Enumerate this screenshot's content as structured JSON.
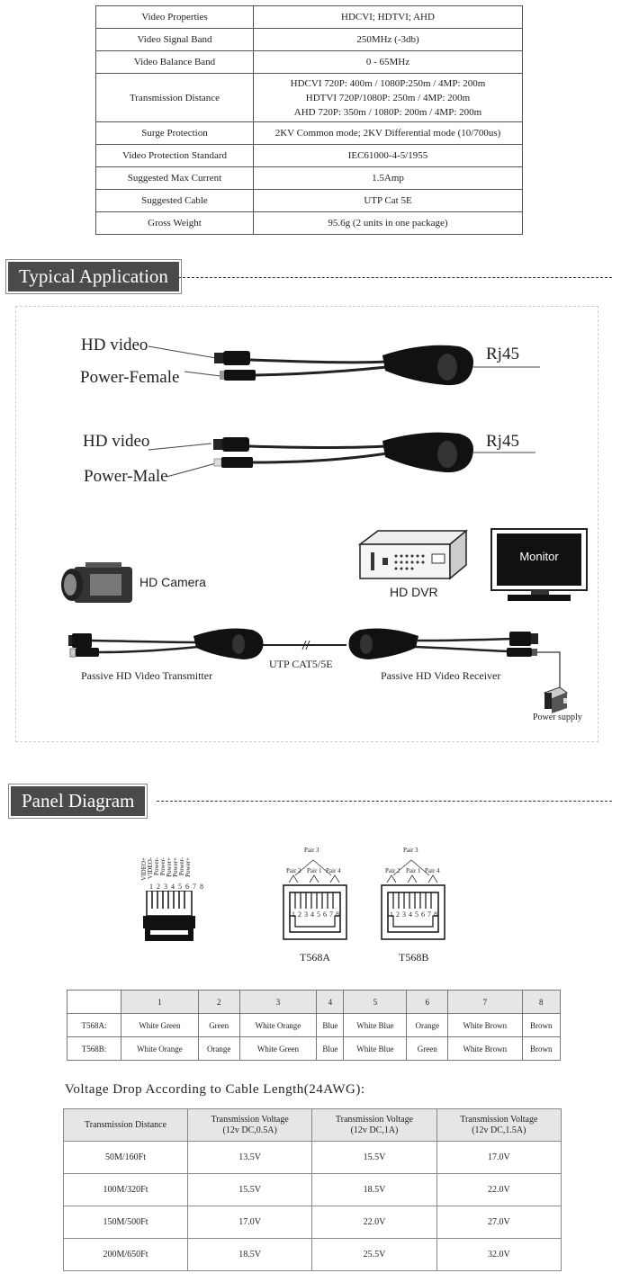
{
  "specs": [
    {
      "k": "Video Properties",
      "v": "HDCVI; HDTVI; AHD"
    },
    {
      "k": "Video Signal Band",
      "v": "250MHz (-3db)"
    },
    {
      "k": "Video Balance Band",
      "v": "0 - 65MHz"
    },
    {
      "k": "Transmission Distance",
      "v1": "HDCVI 720P: 400m / 1080P:250m / 4MP: 200m",
      "v2": "HDTVI 720P/1080P: 250m / 4MP: 200m",
      "v3": "AHD 720P: 350m / 1080P: 200m / 4MP: 200m"
    },
    {
      "k": "Surge Protection",
      "v": "2KV Common mode; 2KV Differential mode (10/700us)"
    },
    {
      "k": "Video Protection Standard",
      "v": "IEC61000-4-5/1955"
    },
    {
      "k": "Suggested Max Current",
      "v": "1.5Amp"
    },
    {
      "k": "Suggested Cable",
      "v": "UTP Cat 5E"
    },
    {
      "k": "Gross Weight",
      "v": "95.6g (2 units in one package)"
    }
  ],
  "typical_application": {
    "title": "Typical Application",
    "hd_video": "HD video",
    "power_female": "Power-Female",
    "power_male": "Power-Male",
    "rj45": "Rj45",
    "hd_camera": "HD Camera",
    "hd_dvr": "HD DVR",
    "monitor": "Monitor",
    "transmitter": "Passive HD Video Transmitter",
    "cable": "UTP CAT5/5E",
    "receiver": "Passive HD Video Receiver",
    "power_supply": "Power supply"
  },
  "panel_diagram": {
    "title": "Panel Diagram",
    "plug_labels": [
      "VIDEO+",
      "VIDEO-",
      "Power-",
      "Power-",
      "Power+",
      "Power+",
      "Power-",
      "Power+"
    ],
    "pin_numbers": "1 2 3 4 5 6 7 8",
    "pair3": "Pair 3",
    "pair2": "Pair 2",
    "pair1": "Pair 1",
    "pair4": "Pair 4",
    "t568a": "T568A",
    "t568b": "T568B"
  },
  "color_table": {
    "headers": [
      "",
      "1",
      "2",
      "3",
      "4",
      "5",
      "6",
      "7",
      "8"
    ],
    "rows": [
      [
        "T568A:",
        "White Green",
        "Green",
        "White Orange",
        "Blue",
        "White Blue",
        "Orange",
        "White Brown",
        "Brown"
      ],
      [
        "T568B:",
        "White Orange",
        "Orange",
        "White Green",
        "Blue",
        "White Blue",
        "Green",
        "White Brown",
        "Brown"
      ]
    ]
  },
  "voltage": {
    "title": "Voltage Drop According to Cable Length(24AWG):",
    "headers": [
      {
        "l1": "Transmission Distance",
        "l2": ""
      },
      {
        "l1": "Transmission Voltage",
        "l2": "(12v DC,0.5A)"
      },
      {
        "l1": "Transmission Voltage",
        "l2": "(12v DC,1A)"
      },
      {
        "l1": "Transmission Voltage",
        "l2": "(12v DC,1.5A)"
      }
    ],
    "rows": [
      [
        "50M/160Ft",
        "13.5V",
        "15.5V",
        "17.0V"
      ],
      [
        "100M/320Ft",
        "15.5V",
        "18.5V",
        "22.0V"
      ],
      [
        "150M/500Ft",
        "17.0V",
        "22.0V",
        "27.0V"
      ],
      [
        "200M/650Ft",
        "18.5V",
        "25.5V",
        "32.0V"
      ]
    ]
  }
}
